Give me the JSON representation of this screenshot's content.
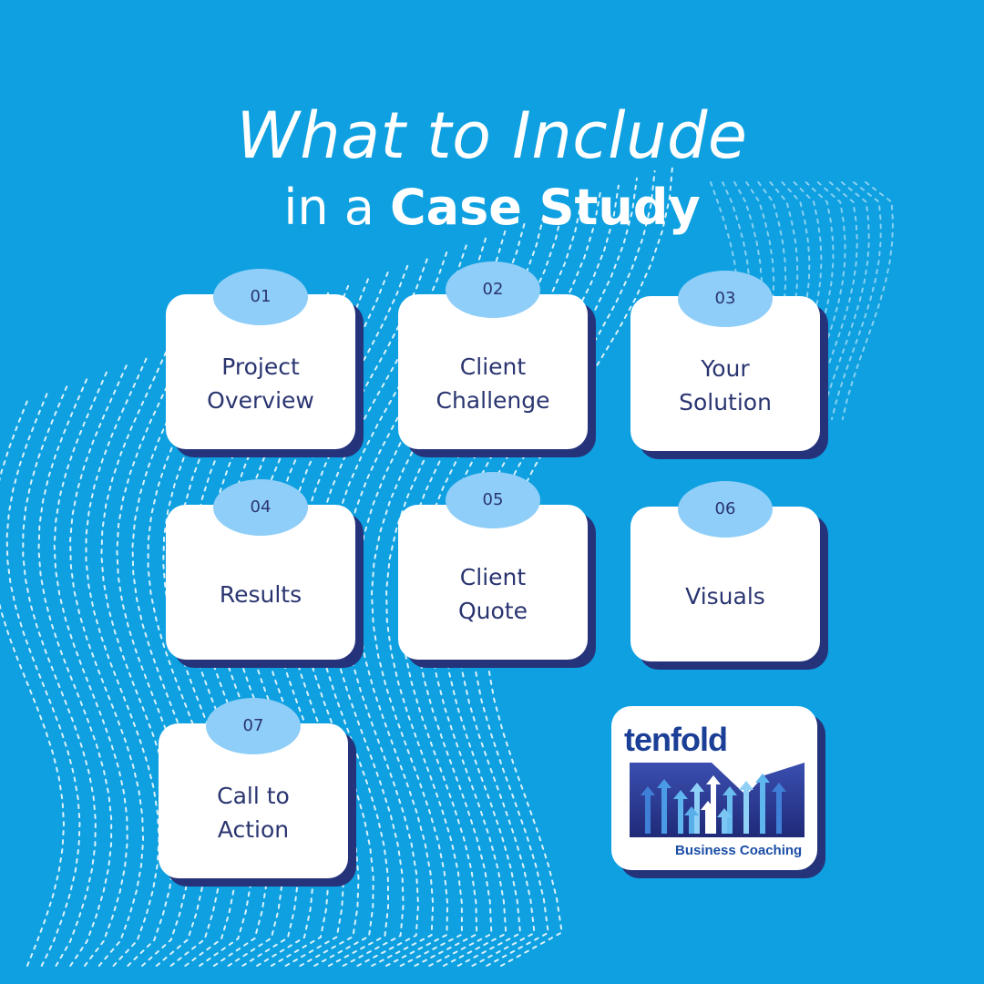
{
  "title": {
    "line1": "What to Include",
    "line2_prefix": "in a",
    "line2_bold": "Case Study"
  },
  "cards": [
    {
      "number": "01",
      "label": "Project\nOverview"
    },
    {
      "number": "02",
      "label": "Client\nChallenge"
    },
    {
      "number": "03",
      "label": "Your\nSolution"
    },
    {
      "number": "04",
      "label": "Results"
    },
    {
      "number": "05",
      "label": "Client\nQuote"
    },
    {
      "number": "06",
      "label": "Visuals"
    },
    {
      "number": "07",
      "label": "Call to\nAction"
    }
  ],
  "logo": {
    "wordmark": "tenfold",
    "tagline": "Business Coaching"
  },
  "colors": {
    "background": "#0ea0e0",
    "card": "#ffffff",
    "card_shadow": "#25337a",
    "badge": "#8fcef8",
    "text_dark": "#2a3570"
  }
}
